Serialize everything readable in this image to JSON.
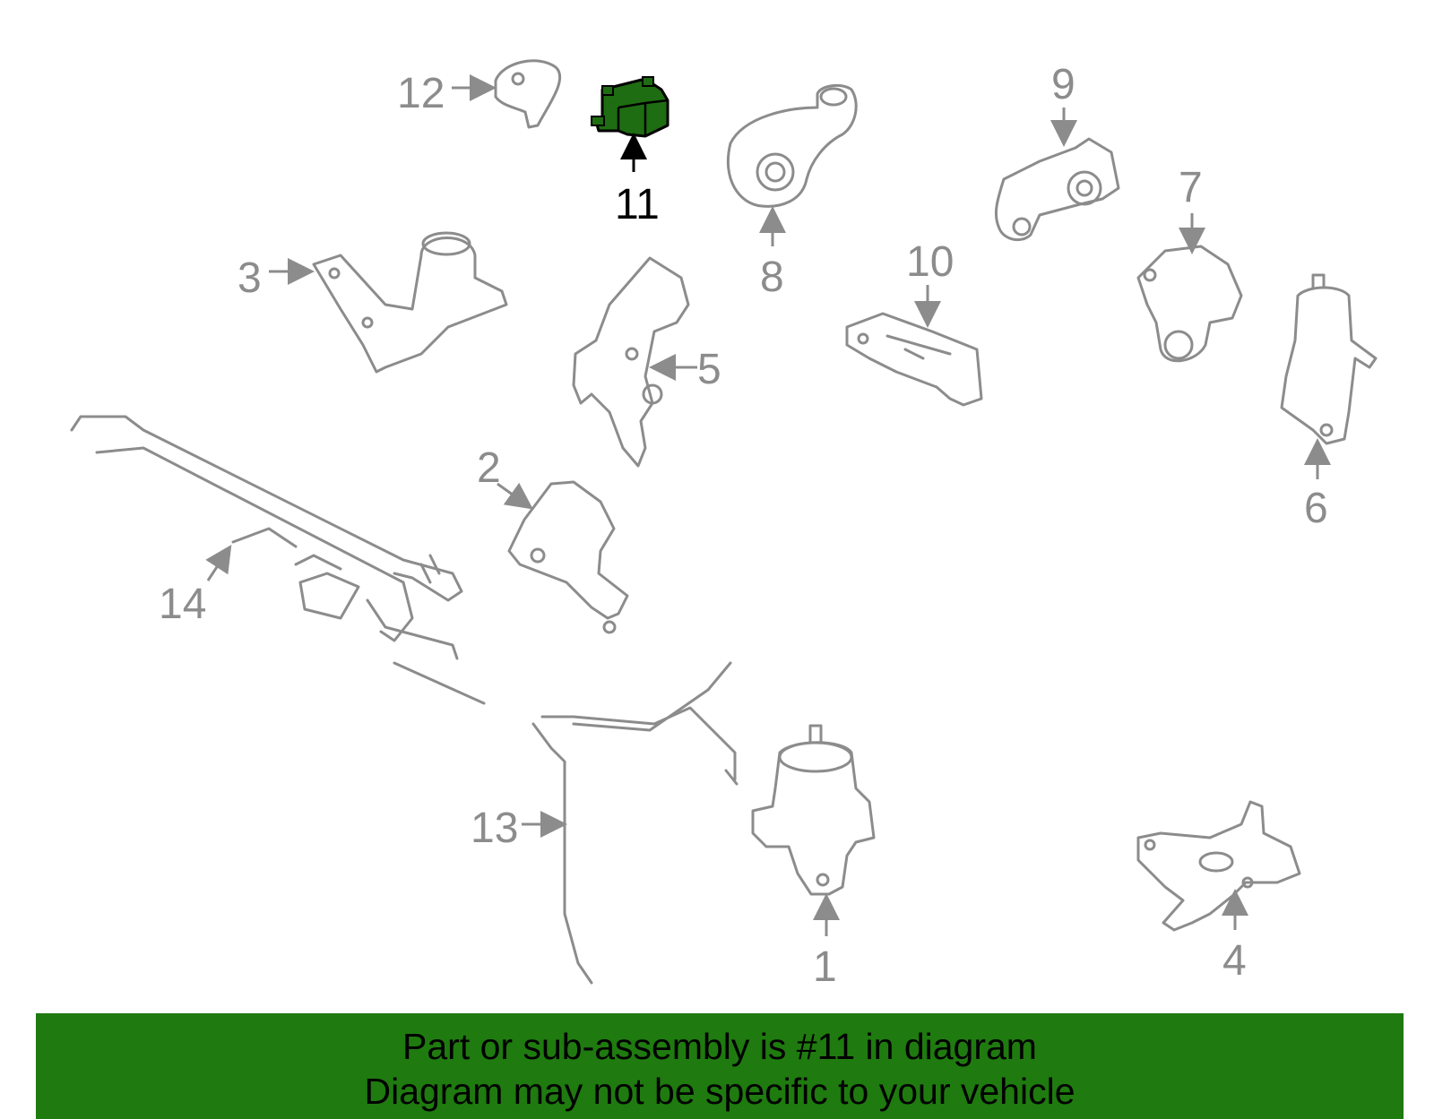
{
  "diagram": {
    "highlighted_part": "11",
    "highlight_color": "#1f6d12",
    "part_color": "#8c8c8c",
    "callouts": [
      "1",
      "2",
      "3",
      "4",
      "5",
      "6",
      "7",
      "8",
      "9",
      "10",
      "11",
      "12",
      "13",
      "14"
    ]
  },
  "caption": {
    "line1": "Part or sub-assembly is #11 in diagram",
    "line2": "Diagram may not be specific to your vehicle",
    "background": "#1f7a0f"
  }
}
